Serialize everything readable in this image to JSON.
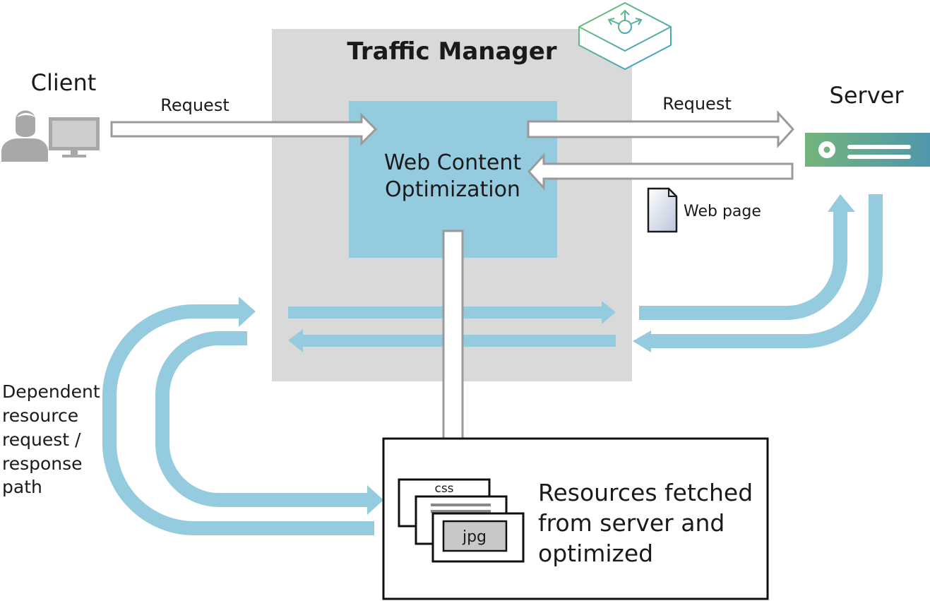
{
  "title": "Traffic Manager",
  "client": {
    "label": "Client",
    "request_label": "Request"
  },
  "server": {
    "label": "Server",
    "request_label": "Request",
    "response_label": "Web page"
  },
  "wco": {
    "line1": "Web Content",
    "line2": "Optimization"
  },
  "dependent": {
    "lines": [
      "Dependent",
      "resource",
      "request /",
      "response",
      "path"
    ]
  },
  "resources": {
    "lines": [
      "Resources fetched",
      "from server and",
      "optimized"
    ],
    "file_labels": [
      "css",
      "jpg"
    ]
  },
  "icons": [
    "user-icon",
    "monitor-icon",
    "traffic-manager-logo-icon",
    "server-icon",
    "document-icon"
  ],
  "colors": {
    "panel": "#d9d9d9",
    "wco_box": "#95cbdf",
    "flow_arrow": "#95cbdf",
    "hollow_arrow_stroke": "#9a9a9a",
    "icon_gray": "#a8a8a8",
    "server_left": "#73b47b",
    "server_right": "#4f97ad"
  }
}
